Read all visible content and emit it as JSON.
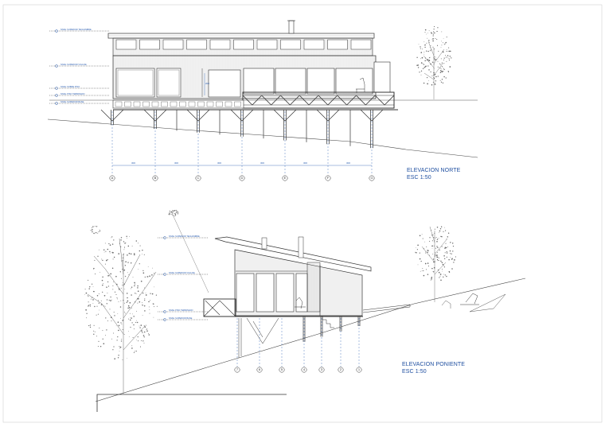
{
  "north_elevation": {
    "title": "ELEVACION NORTE",
    "scale": "ESC 1:50",
    "grid_labels": [
      "A",
      "B",
      "C",
      "D",
      "E",
      "F",
      "G"
    ],
    "dimensions": [
      "300",
      "300",
      "300",
      "300",
      "300",
      "300"
    ],
    "level_notes": [
      "NIVEL SUPERIOR TECHUMBRE",
      "NIVEL SUPERIOR VIGA DE",
      "NIVEL SOBRE PISO",
      "NIVEL PISO TERMINADO",
      "NIVEL SUPERIOR BASE"
    ],
    "window_height_note": "200"
  },
  "west_elevation": {
    "title": "ELEVACION PONIENTE",
    "scale": "ESC 1:50",
    "grid_labels": [
      "7",
      "6",
      "5",
      "4",
      "3",
      "2",
      "1"
    ],
    "level_notes": [
      "NIVEL SUPERIOR TECHUMBRE",
      "NIVEL SUPERIOR VIGA DE",
      "NIVEL PISO TERMINADO",
      "NIVEL SUPERIOR BASE"
    ]
  },
  "colors": {
    "annotation": "#1f4fa0",
    "line": "#333333",
    "axis": "#2a5db0"
  }
}
